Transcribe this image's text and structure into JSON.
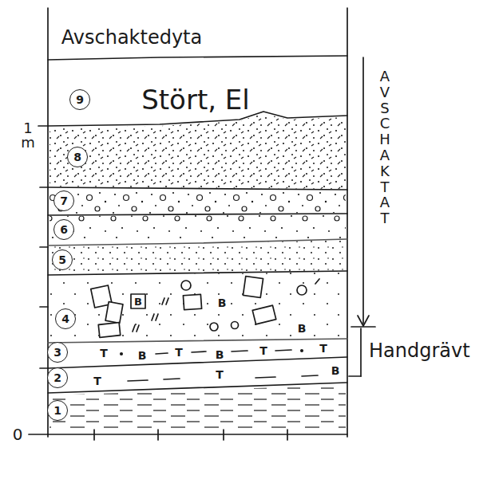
{
  "diagram": {
    "nodes": [
      {
        "text": [
          "9"
        ]
      },
      {
        "text": [
          "8"
        ]
      },
      {
        "text": [
          "7"
        ]
      },
      {
        "text": [
          "6"
        ]
      },
      {
        "text": [
          "5"
        ]
      },
      {
        "text": [
          "4"
        ]
      },
      {
        "text": [
          "3"
        ]
      },
      {
        "text": [
          "2"
        ]
      },
      {
        "text": [
          "1"
        ]
      }
    ],
    "labels": [
      "Avschaktedyta",
      "Stört, El",
      "1 m",
      "0",
      "AVSCHAKTAT",
      "Handgrävt",
      "B",
      "B",
      "B",
      "T",
      "B",
      "T",
      "B",
      "T",
      "T",
      "B",
      "T",
      "T"
    ]
  }
}
